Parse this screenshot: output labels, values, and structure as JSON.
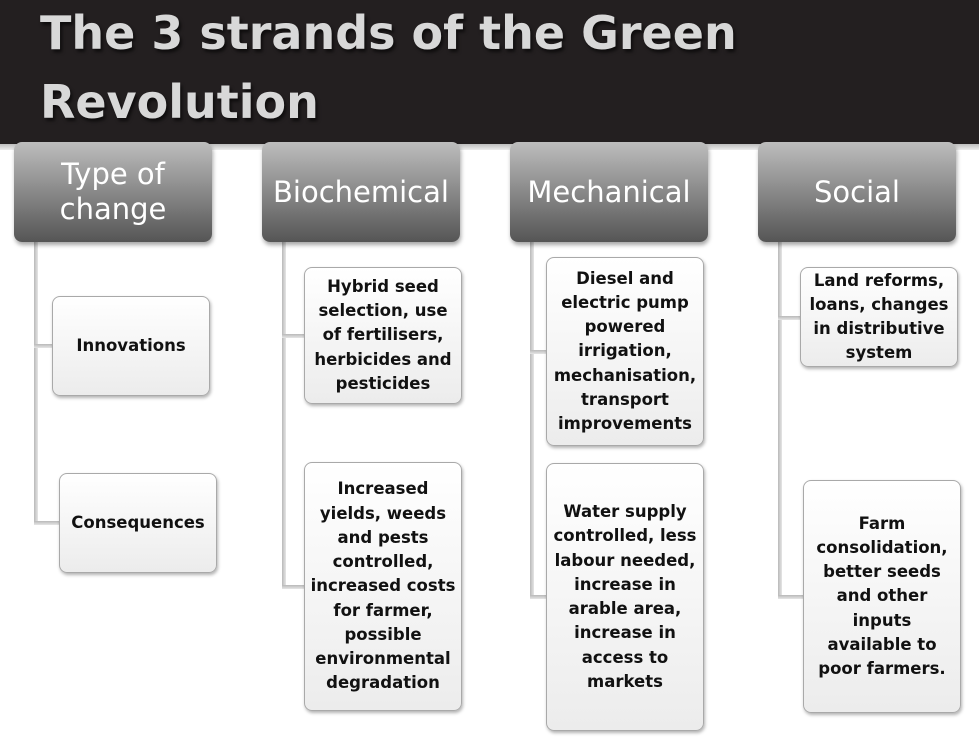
{
  "title": {
    "line1": "The 3 strands of the Green",
    "line2": "Revolution"
  },
  "columns": [
    {
      "header_line1": "Type of",
      "header_line2": "change",
      "boxes": [
        "Innovations",
        "Consequences"
      ]
    },
    {
      "header_line1": "Biochemical",
      "header_line2": "",
      "boxes": [
        "Hybrid seed selection, use of fertilisers, herbicides and pesticides",
        "Increased yields, weeds and pests controlled, increased costs for farmer, possible environmental degradation"
      ]
    },
    {
      "header_line1": "Mechanical",
      "header_line2": "",
      "boxes": [
        "Diesel and electric pump powered irrigation, mechanisation, transport improvements",
        "Water supply controlled, less labour needed, increase in arable area, increase in access to markets"
      ]
    },
    {
      "header_line1": "Social",
      "header_line2": "",
      "boxes": [
        "Land reforms, loans, changes in distributive system",
        "Farm consolidation, better seeds and other inputs available to poor farmers."
      ]
    }
  ],
  "colors": {
    "title_bar": "#231f20",
    "title_text": "#d8d8d8",
    "header_top": "#bdbdbd",
    "header_bottom": "#555555"
  }
}
